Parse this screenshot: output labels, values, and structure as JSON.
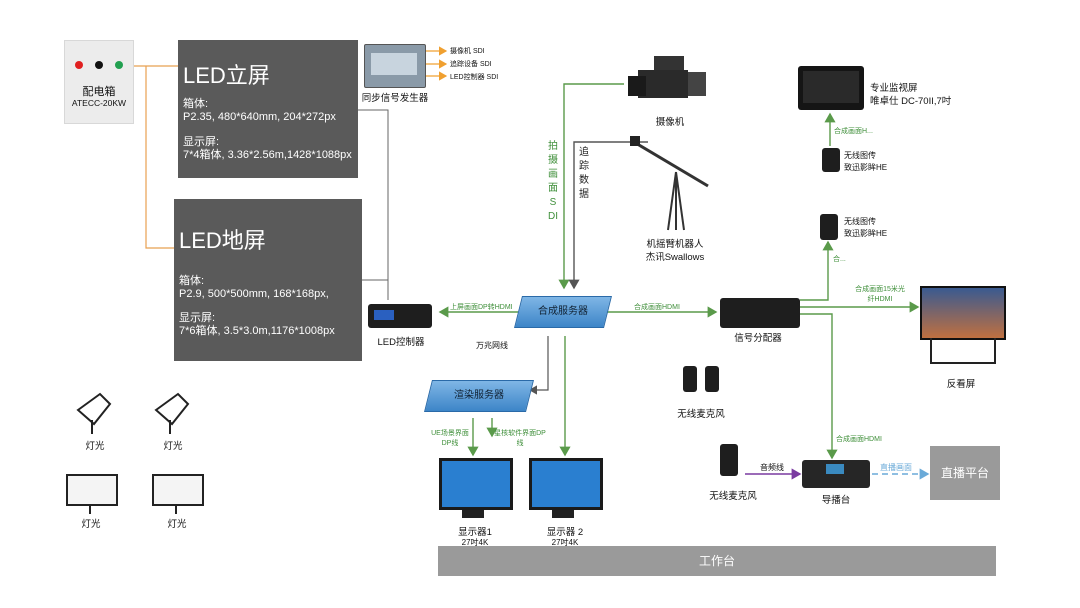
{
  "power_box": {
    "label": "配电箱",
    "model": "ATECC-20KW",
    "indicator_colors": [
      "#e02020",
      "#111111",
      "#22a050"
    ]
  },
  "led_wall": {
    "title": "LED立屏",
    "cabinet_label": "箱体:",
    "cabinet_spec": "P2.35, 480*640mm, 204*272px",
    "display_label": "显示屏:",
    "display_spec": "7*4箱体, 3.36*2.56m,1428*1088px"
  },
  "led_floor": {
    "title": "LED地屏",
    "cabinet_label": "箱体:",
    "cabinet_spec": "P2.9, 500*500mm, 168*168px,",
    "display_label": "显示屏:",
    "display_spec": "7*6箱体, 3.5*3.0m,1176*1008px"
  },
  "sync_generator": {
    "label": "同步信号发生器",
    "outputs": [
      "摄像机 SDI",
      "追踪设备 SDI",
      "LED控制器 SDI"
    ]
  },
  "camera": {
    "label": "摄像机"
  },
  "jib_robot": {
    "label_line1": "机摇臂机器人",
    "label_line2": "杰讯Swallows"
  },
  "wire_labels": {
    "shoot_sdi": "拍摄画面SDI",
    "tracking": "追踪数据",
    "upper_dp": "上屏画面DP转HDMI",
    "composite_hdmi": "合成画面HDMI",
    "gigabit": "万兆网线",
    "ue_dp": "UE场景界面DP线",
    "starcore_dp": "星核软件界面DP线",
    "to_monitor": "合成画面H...",
    "to_wireless2": "合...",
    "to_return": "合成画面15米光纤HDMI",
    "to_switcher": "合成画面HDMI",
    "audio": "音频线",
    "live_feed": "直播画面"
  },
  "devices": {
    "composite_server": "合成服务器",
    "render_server": "渲染服务器",
    "led_controller": "LED控制器",
    "signal_distributor": "信号分配器",
    "pro_monitor_line1": "专业监视屏",
    "pro_monitor_line2": "唯卓仕 DC-70II,7吋",
    "wireless_tx1_line1": "无线图传",
    "wireless_tx1_line2": "致迅影眸HE",
    "wireless_tx2_line1": "无线图传",
    "wireless_tx2_line2": "致迅影眸HE",
    "return_screen": "反看屏",
    "wireless_mic1": "无线麦克风",
    "wireless_mic2": "无线麦克风",
    "switcher": "导播台",
    "live_platform": "直播平台",
    "monitor1_name": "显示器1",
    "monitor1_size": "27吋4K",
    "monitor2_name": "显示器 2",
    "monitor2_size": "27吋4K",
    "workbench": "工作台"
  },
  "lights": [
    "灯光",
    "灯光",
    "灯光",
    "灯光"
  ],
  "colors": {
    "panel": "#5a5a5a",
    "green_wire": "#5a9a4a",
    "orange_wire": "#e8a050",
    "server_blue": "#4a90d0",
    "purple_wire": "#7a3aa0",
    "live_dashed": "#6aaad8",
    "gray_block": "#9a9a9a"
  }
}
